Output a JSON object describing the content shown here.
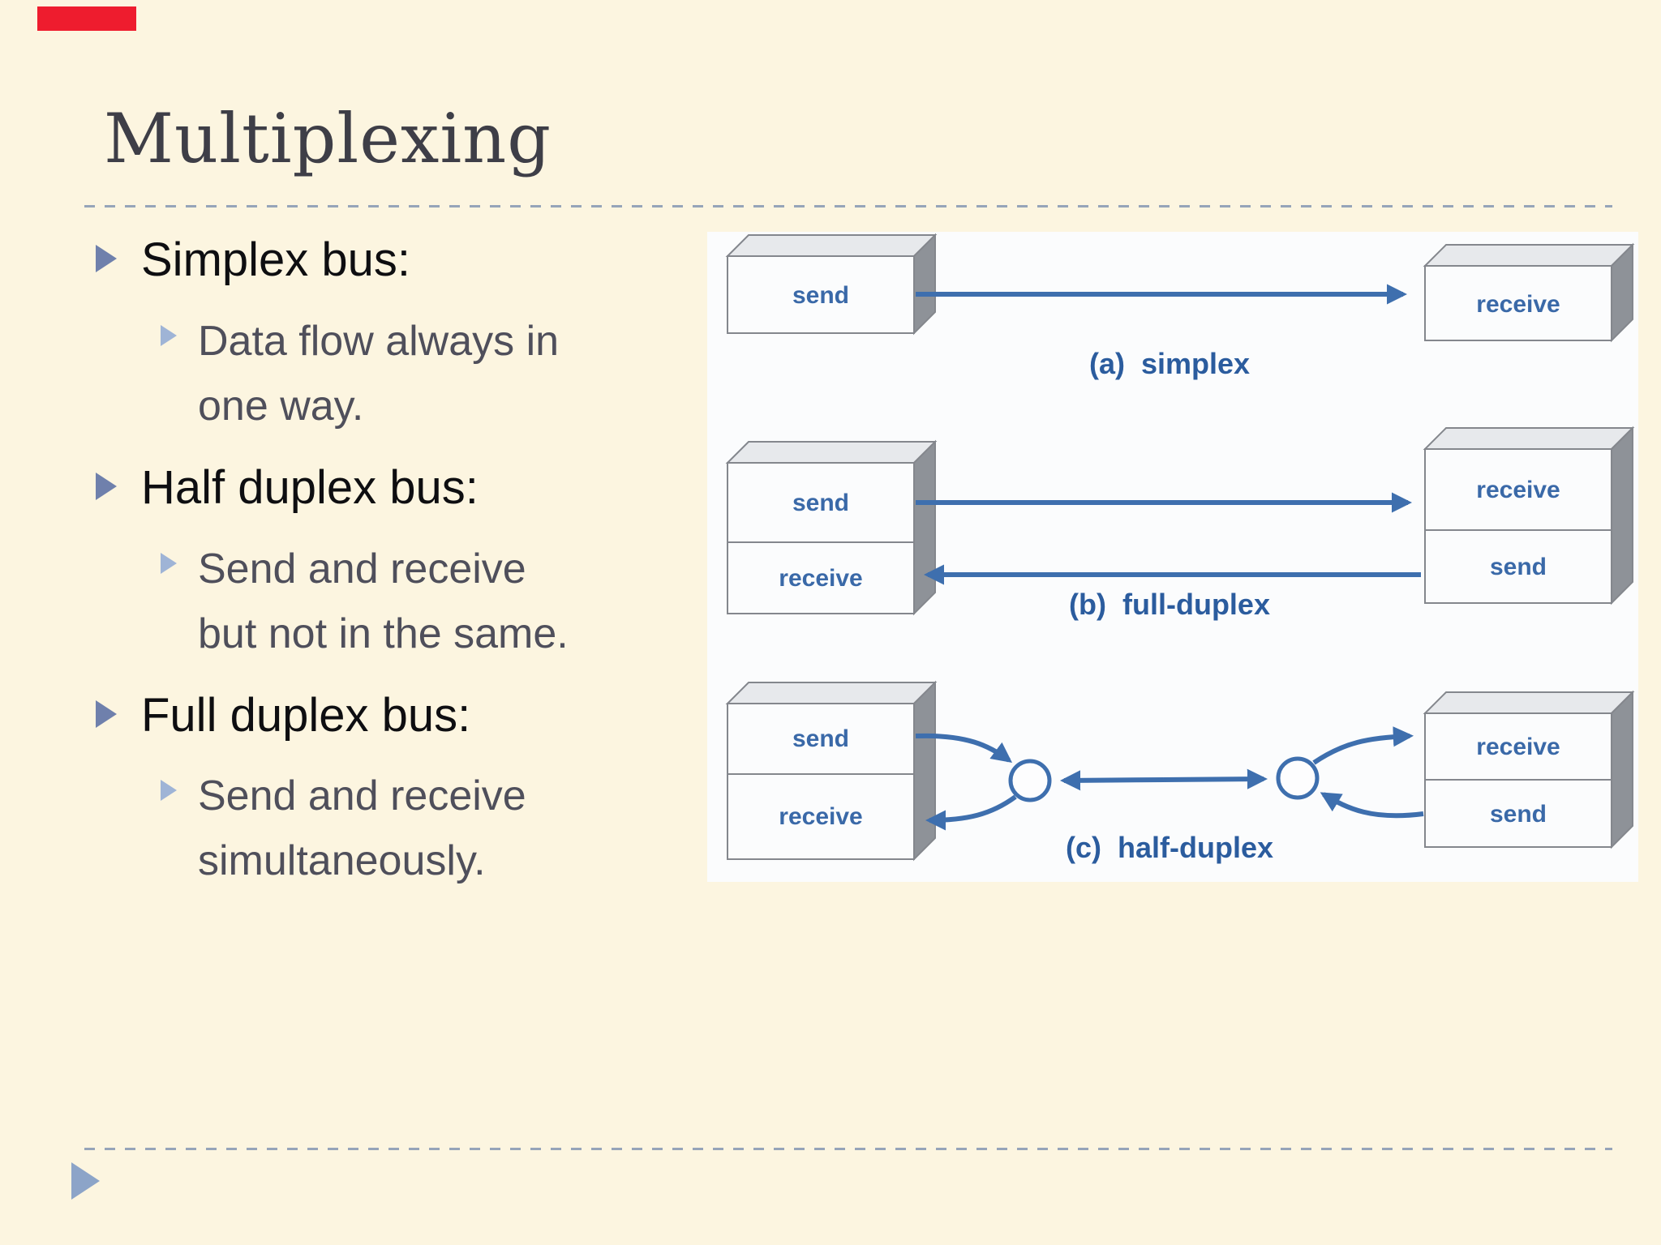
{
  "slide": {
    "title": "Multiplexing",
    "bullets": [
      {
        "label": "Simplex bus:",
        "sub": [
          "Data flow always in one way."
        ]
      },
      {
        "label": "Half duplex bus:",
        "sub": [
          "Send and receive but not in the same."
        ]
      },
      {
        "label": "Full duplex bus:",
        "sub": [
          "Send and receive simultaneously."
        ]
      }
    ]
  },
  "diagram": {
    "rows": [
      {
        "caption": "(a)  simplex",
        "left": [
          "send"
        ],
        "right": [
          "receive"
        ]
      },
      {
        "caption": "(b)  full-duplex",
        "left": [
          "send",
          "receive"
        ],
        "right": [
          "receive",
          "send"
        ]
      },
      {
        "caption": "(c)  half-duplex",
        "left": [
          "send",
          "receive"
        ],
        "right": [
          "receive",
          "send"
        ]
      }
    ]
  },
  "colors": {
    "background": "#FCF5E0",
    "title": "#3E3E47",
    "divider_dash": "#96A4B9",
    "bullet_text": "#0E0E11",
    "sub_text": "#4F4F5B",
    "marker_level1": "#6F80AC",
    "marker_level2": "#9FB4D6",
    "arrow_blue": "#3E6FAE",
    "box_label_blue": "#3A69A8",
    "caption_blue": "#2B5C9E",
    "red_marker": "#EE1C2E",
    "footer_triangle": "#8CA4C8"
  },
  "icons": {
    "bullet_marker": "right-triangle-icon",
    "footer_nav": "play-triangle-icon"
  }
}
